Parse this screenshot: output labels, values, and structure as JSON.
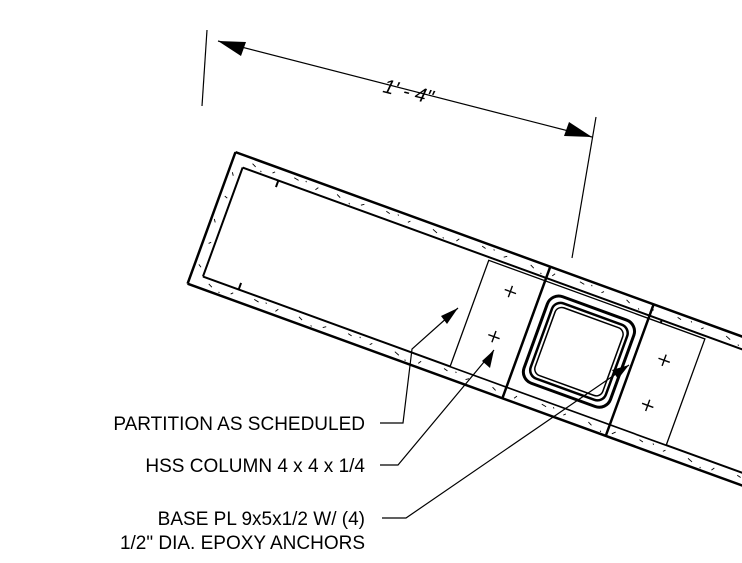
{
  "dimension": {
    "text": "1' - 4\""
  },
  "callouts": [
    {
      "id": "partition",
      "lines": [
        "PARTITION AS SCHEDULED"
      ]
    },
    {
      "id": "hss",
      "lines": [
        "HSS  COLUMN 4 x 4 x 1/4"
      ]
    },
    {
      "id": "baseplate",
      "lines": [
        "BASE PL 9x5x1/2 W/ (4)",
        "1/2\" DIA. EPOXY ANCHORS"
      ]
    }
  ]
}
